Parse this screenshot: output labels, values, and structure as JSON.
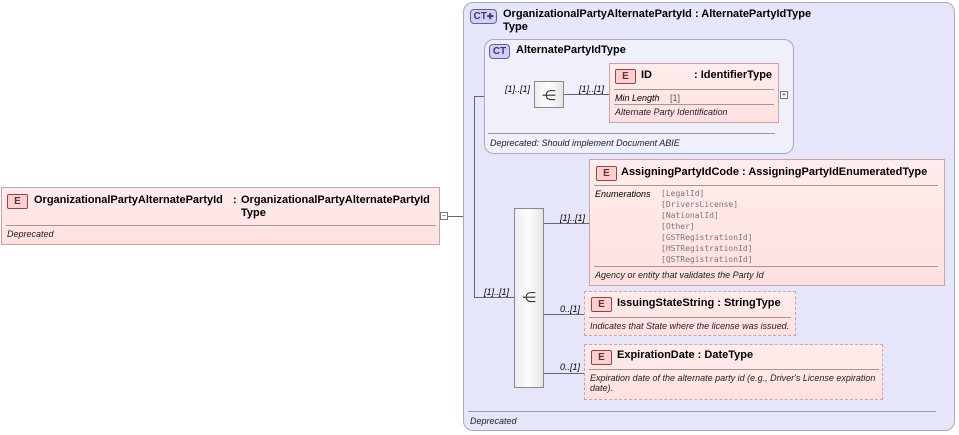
{
  "root": {
    "badge": "E",
    "name": "OrganizationalPartyAlternatePartyId",
    "colon": ":",
    "type_line1": "OrganizationalPartyAlternatePartyId",
    "type_line2": "Type",
    "doc": "Deprecated"
  },
  "outer_type": {
    "badge": "CT",
    "title_line1": "OrganizationalPartyAlternatePartyId : AlternatePartyIdType",
    "title_line2": "Type",
    "doc": "Deprecated"
  },
  "base_type": {
    "badge": "CT",
    "title": "AlternatePartyIdType",
    "doc": "Deprecated: Should implement Document ABIE",
    "seq_card_in": "[1]..[1]",
    "seq_card_out": "[1]..[1]",
    "id_element": {
      "badge": "E",
      "name": "ID",
      "type": ": IdentifierType",
      "facet_label": "Min Length",
      "facet_value": "[1]",
      "doc": "Alternate Party Identification"
    }
  },
  "sequence": {
    "card": "[1]..[1]",
    "children": [
      {
        "badge": "E",
        "card": "[1]..[1]",
        "title": "AssigningPartyIdCode : AssigningPartyIdEnumeratedType",
        "enum_label": "Enumerations",
        "enumerations": [
          "[LegalId]",
          "[DriversLicense]",
          "[NationalId]",
          "[Other]",
          "[GSTRegistrationId]",
          "[HSTRegistrationId]",
          "[QSTRegistrationId]"
        ],
        "doc": "Agency or entity that validates the Party Id"
      },
      {
        "badge": "E",
        "card": "0..[1]",
        "title": "IssuingStateString : StringType",
        "doc": "Indicates that State where the license was issued."
      },
      {
        "badge": "E",
        "card": "0..[1]",
        "title": "ExpirationDate : DateType",
        "doc_line1": "Expiration date of the alternate party id (e.g., Driver's License expiration",
        "doc_line2": "date)."
      }
    ]
  },
  "icons": {
    "sequence": "sequence-compositor-icon",
    "expand": "plus-expander-icon",
    "collapse": "minus-expander-icon"
  }
}
